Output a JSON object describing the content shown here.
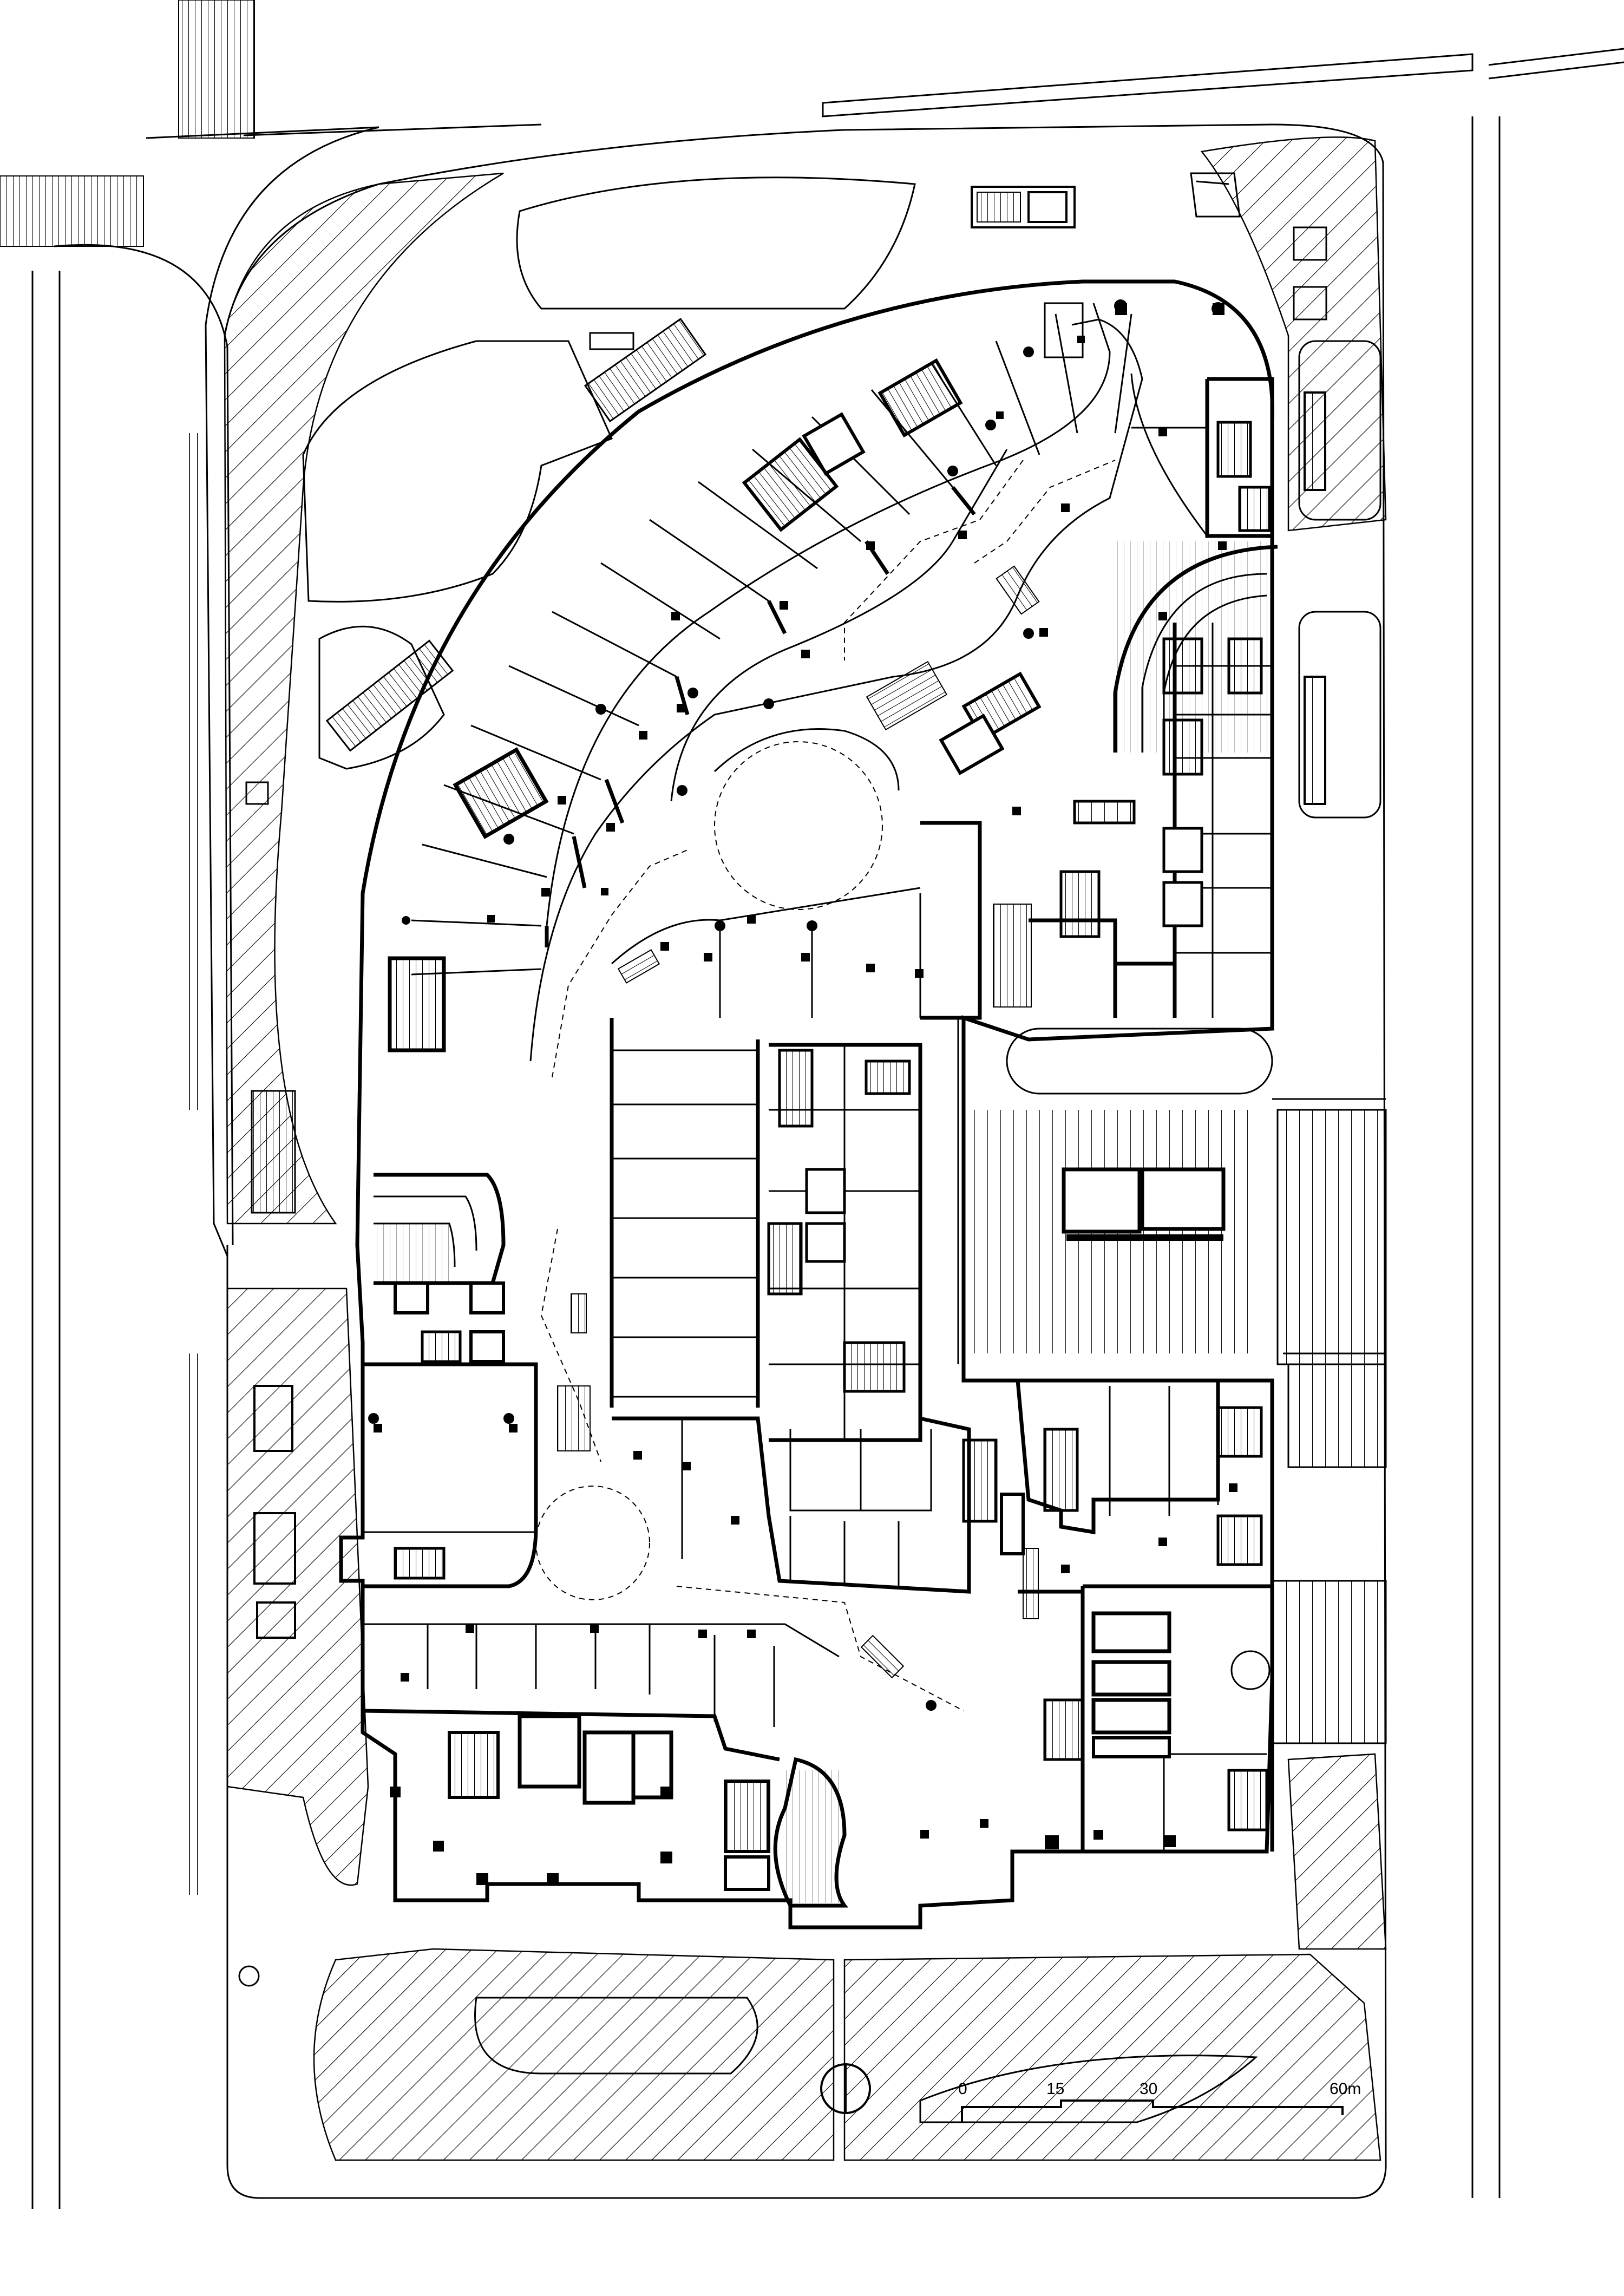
{
  "scale_bar": {
    "ticks": [
      "0",
      "15",
      "30",
      "60m"
    ]
  },
  "north_arrow": {
    "icon": "north-arrow-icon"
  },
  "colors": {
    "line": "#000000",
    "background": "#ffffff"
  }
}
